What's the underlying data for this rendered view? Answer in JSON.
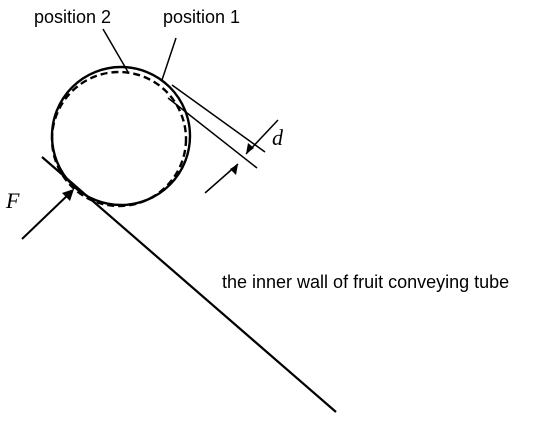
{
  "labels": {
    "position_2": "position 2",
    "position_1": "position 1",
    "gap": "d",
    "force": "F",
    "wall": "the inner wall of fruit conveying tube"
  },
  "colors": {
    "ink": "#000000",
    "background": "#ffffff"
  }
}
